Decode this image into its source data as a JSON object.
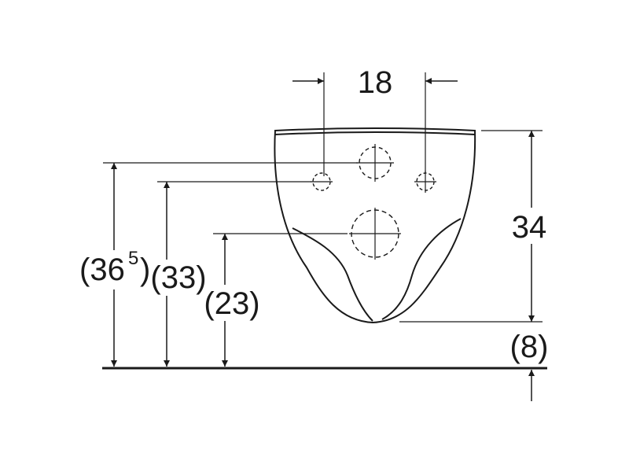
{
  "dimensions": {
    "top_width": "18",
    "right_height": "34",
    "floor_gap": "(8)",
    "left_outer_main": "(36",
    "left_outer_sup": "5",
    "left_outer_close": ")",
    "left_middle": "(33)",
    "left_inner": "(23)"
  },
  "colors": {
    "line": "#1a1a1a",
    "background": "#ffffff"
  }
}
